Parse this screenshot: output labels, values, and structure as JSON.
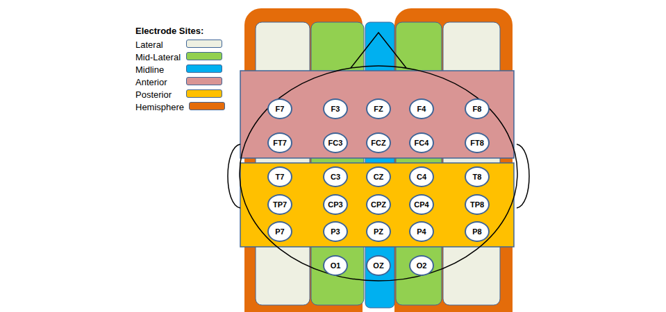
{
  "diagram": {
    "nodes": [
      {
        "text": [
          "F7"
        ]
      },
      {
        "text": [
          "F3"
        ]
      },
      {
        "text": [
          "FZ"
        ]
      },
      {
        "text": [
          "F4"
        ]
      },
      {
        "text": [
          "F8"
        ]
      },
      {
        "text": [
          "FT7"
        ]
      },
      {
        "text": [
          "FC3"
        ]
      },
      {
        "text": [
          "FCZ"
        ]
      },
      {
        "text": [
          "FC4"
        ]
      },
      {
        "text": [
          "FT8"
        ]
      },
      {
        "text": [
          "T7"
        ]
      },
      {
        "text": [
          "C3"
        ]
      },
      {
        "text": [
          "CZ"
        ]
      },
      {
        "text": [
          "C4"
        ]
      },
      {
        "text": [
          "T8"
        ]
      },
      {
        "text": [
          "TP7"
        ]
      },
      {
        "text": [
          "CP3"
        ]
      },
      {
        "text": [
          "CPZ"
        ]
      },
      {
        "text": [
          "CP4"
        ]
      },
      {
        "text": [
          "TP8"
        ]
      },
      {
        "text": [
          "P7"
        ]
      },
      {
        "text": [
          "P3"
        ]
      },
      {
        "text": [
          "PZ"
        ]
      },
      {
        "text": [
          "P4"
        ]
      },
      {
        "text": [
          "P8"
        ]
      },
      {
        "text": [
          "O1"
        ]
      },
      {
        "text": [
          "OZ"
        ]
      },
      {
        "text": [
          "O2"
        ]
      }
    ],
    "labels": [
      "Electrode Sites:"
    ],
    "legend": [
      {
        "text": "Lateral",
        "color": "#eef0e2"
      },
      {
        "text": "Mid-Lateral",
        "color": "#92d050"
      },
      {
        "text": "Midline",
        "color": "#00b0f0"
      },
      {
        "text": "Anterior",
        "color": "#d99594"
      },
      {
        "text": "Posterior",
        "color": "#ffc000"
      },
      {
        "text": "Hemisphere",
        "color": "#e46c0a"
      }
    ]
  }
}
